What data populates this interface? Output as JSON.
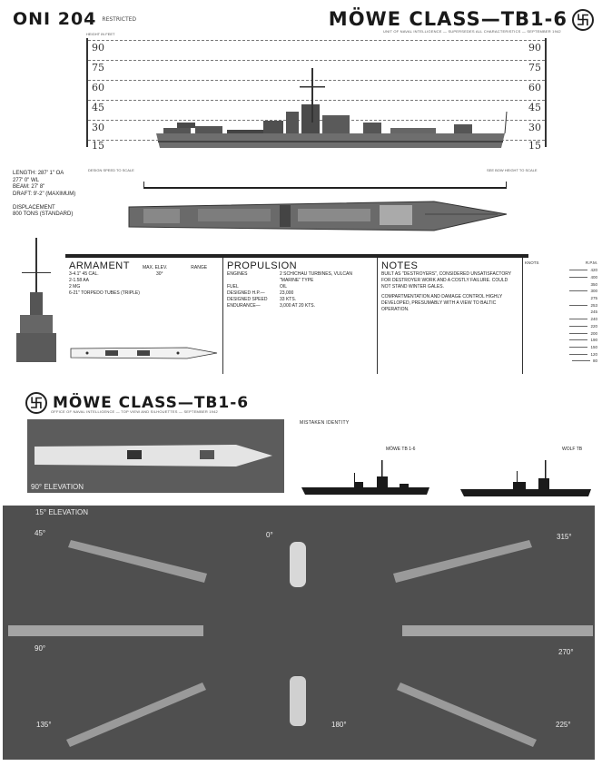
{
  "header": {
    "doc_id": "ONI 204",
    "classification": "RESTRICTED",
    "title": "MÖWE CLASS—TB1-6",
    "subtitle": "UNIT OF NAVAL INTELLIGENCE — SUPERSEDES ALL CHARACTERISTICS — SEPTEMBER 1942",
    "emblem": "swastika-emblem-icon"
  },
  "profile_scale": {
    "top_note": "HEIGHT IN FEET",
    "ticks": [
      "90",
      "75",
      "60",
      "45",
      "30",
      "15"
    ],
    "bottom_left_note": "DESIGN SPEED TO SCALE",
    "bottom_right_note": "SEE BOW HEIGHT TO SCALE"
  },
  "specs": {
    "length_label": "LENGTH",
    "length_value": "287' 1\" OA\n277' 0\" WL",
    "beam_label": "BEAM",
    "beam_value": "27' 8\"",
    "draft_label": "DRAFT",
    "draft_value": "9'-2\" (MAXIMUM)",
    "displacement_label": "DISPLACEMENT",
    "displacement_value": "800 TONS (STANDARD)"
  },
  "armament": {
    "title": "ARMAMENT",
    "col_max_elev": "MAX. ELEV.",
    "col_range": "RANGE",
    "items": [
      {
        "label": "3-4.1\" 45 CAL.",
        "elev": "30°"
      },
      {
        "label": "2-1.58 AA",
        "elev": ""
      },
      {
        "label": "2 MG",
        "elev": ""
      },
      {
        "label": "6-21\" TORPEDO TUBES (TRIPLE)",
        "elev": ""
      }
    ]
  },
  "propulsion": {
    "title": "PROPULSION",
    "rows": [
      {
        "label": "ENGINES",
        "value": "2 SCHICHAU TURBINES, VULCAN \"MARINE\" TYPE"
      },
      {
        "label": "FUEL",
        "value": "OIL"
      },
      {
        "label": "DESIGNED H.P.—",
        "value": "23,000"
      },
      {
        "label": "DESIGNED SPEED",
        "value": "33 KTS."
      },
      {
        "label": "ENDURANCE—",
        "value": "3,000 AT 20 KTS."
      }
    ]
  },
  "notes": {
    "title": "NOTES",
    "paragraphs": [
      "BUILT AS \"DESTROYERS\", CONSIDERED UNSATISFACTORY FOR DESTROYER WORK AND A COSTLY FAILURE. COULD NOT STAND WINTER GALES.",
      "COMPARTMENTATION AND DAMAGE CONTROL HIGHLY DEVELOPED, PRESUMABLY WITH A VIEW TO BALTIC OPERATION."
    ]
  },
  "speed_table": {
    "col_knots": "KNOTS",
    "col_rpm": "R.P.M.",
    "rpm": [
      "420",
      "400",
      "350",
      "300",
      "275",
      "253",
      "245",
      "240",
      "220",
      "200",
      "190",
      "150",
      "120",
      "80"
    ]
  },
  "recognition": {
    "title": "MÖWE CLASS—TB1-6",
    "subtitle": "OFFICE OF NAVAL INTELLIGENCE — TOP VIEW AND SILHOUETTES — SEPTEMBER 1942",
    "top_view_caption": "90° ELEVATION",
    "mistaken_identity_label": "MISTAKEN IDENTITY",
    "comparisons": [
      {
        "label": "MÖWE TB 1-6"
      },
      {
        "label": "WOLF TB"
      }
    ],
    "model_photo": {
      "caption": "15° ELEVATION",
      "angles": [
        "45°",
        "0°",
        "315°",
        "90°",
        "270°",
        "135°",
        "180°",
        "225°"
      ]
    }
  },
  "colors": {
    "ink": "#1a1a1a",
    "photo_bg": "#4f4f4f",
    "hull": "#6e6e6e",
    "paper": "#ffffff"
  }
}
